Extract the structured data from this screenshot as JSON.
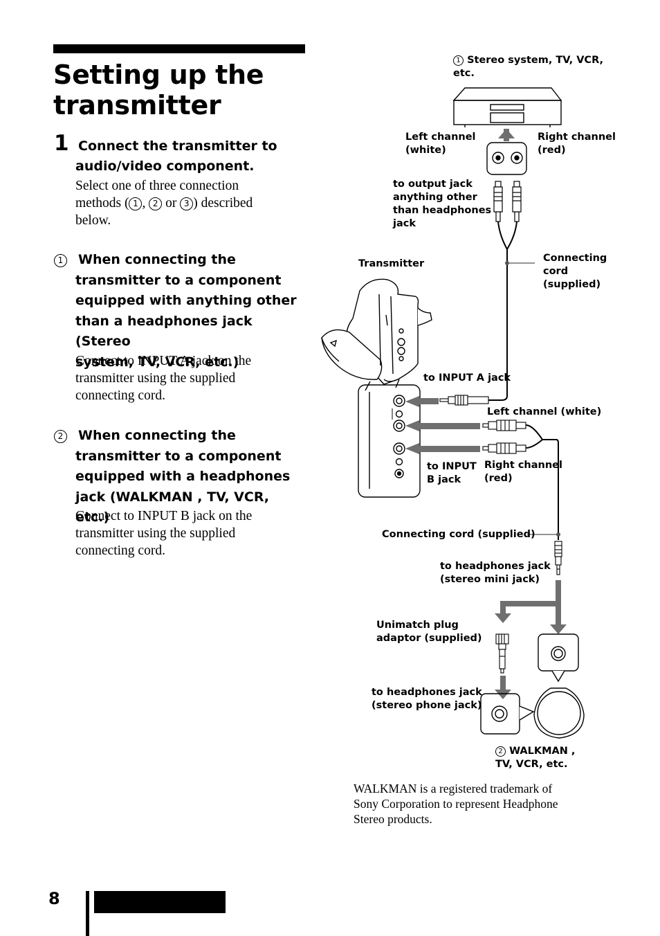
{
  "heading": {
    "title": "Setting up the transmitter"
  },
  "step": {
    "number": "1",
    "title": "Connect the transmitter to audio/video component.",
    "title_line1": "Connect the transmitter to",
    "title_line2": "audio/video component.",
    "body": {
      "line1": "Select one of three connection",
      "line2_a": "methods (",
      "n1": "1",
      "sep1": ", ",
      "n2": "2",
      "sep2": " or ",
      "n3": "3",
      "line2_b": ") described",
      "line3": "below."
    }
  },
  "section1": {
    "number": "1",
    "head_lines": [
      "When connecting the",
      "transmitter to a component",
      "equipped with anything other",
      "than a headphones jack (Stereo",
      "system, TV, VCR, etc.)"
    ],
    "body_lines": [
      "Connect to INPUT A jack on the",
      "transmitter using the supplied",
      "connecting cord."
    ]
  },
  "section2": {
    "number": "2",
    "head_lines": [
      "When connecting the",
      "transmitter to a component",
      "equipped with a headphones",
      "jack (WALKMAN  , TV, VCR, etc.)"
    ],
    "body_lines": [
      "Connect to INPUT B jack on the",
      "transmitter using the supplied",
      "connecting cord."
    ]
  },
  "diagram": {
    "stereo_label_num": "1",
    "stereo_label_line1": "Stereo system, TV, VCR,",
    "stereo_label_line2": "etc.",
    "left_channel_white_1": "Left channel",
    "left_channel_white_2": "(white)",
    "right_channel_red_1": "Right channel",
    "right_channel_red_2": "(red)",
    "output_jack_lines": [
      "to output jack",
      "anything other",
      "than headphones",
      "jack"
    ],
    "transmitter": "Transmitter",
    "connecting_cord_lines": [
      "Connecting",
      "cord",
      "(supplied)"
    ],
    "to_input_a": "to INPUT A jack",
    "left_channel_white_b": "Left channel (white)",
    "to_input_b_1": "to INPUT",
    "to_input_b_2": "B jack",
    "right_channel_b_1": "Right channel",
    "right_channel_b_2": "(red)",
    "connecting_cord_supplied": "Connecting cord (supplied)",
    "headphones_mini_1": "to headphones jack",
    "headphones_mini_2": "(stereo mini jack)",
    "unimatch_1": "Unimatch plug",
    "unimatch_2": "adaptor (supplied)",
    "headphones_phone_1": "to headphones jack",
    "headphones_phone_2": "(stereo phone jack)",
    "walkman_num": "2",
    "walkman_line1": "WALKMAN  ,",
    "walkman_line2": "TV, VCR, etc."
  },
  "footnote": {
    "lines": [
      "WALKMAN is a registered trademark of",
      "Sony Corporation to represent Headphone",
      "Stereo products."
    ]
  },
  "footer": {
    "page_number": "8"
  },
  "colors": {
    "text": "#000000",
    "arrow_gray": "#6f6f6f",
    "line_gray": "#555555"
  }
}
